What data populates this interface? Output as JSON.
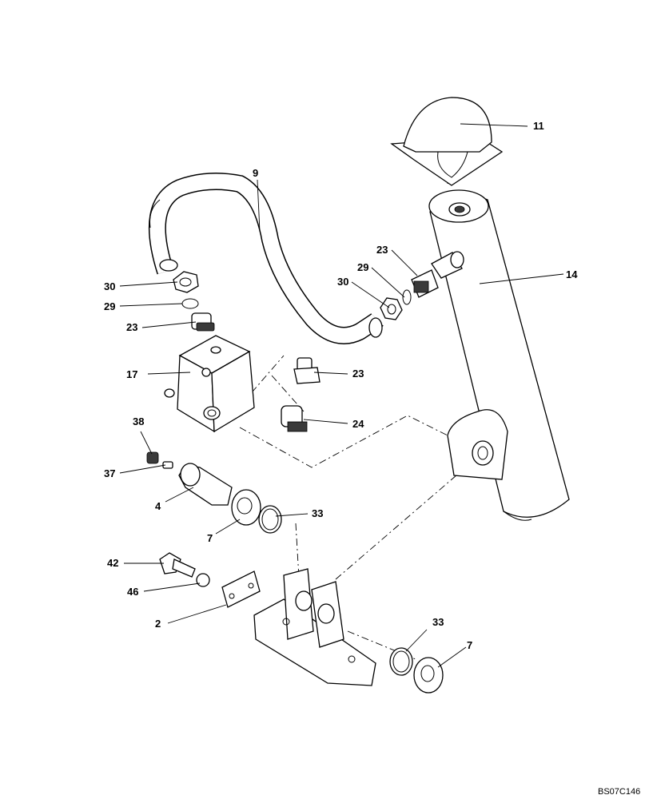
{
  "diagram": {
    "drawing_code": "BS07C146",
    "callouts": [
      {
        "id": "c11",
        "label": "11"
      },
      {
        "id": "c9",
        "label": "9"
      },
      {
        "id": "c14",
        "label": "14"
      },
      {
        "id": "c23a",
        "label": "23"
      },
      {
        "id": "c29a",
        "label": "29"
      },
      {
        "id": "c30a",
        "label": "30"
      },
      {
        "id": "c30b",
        "label": "30"
      },
      {
        "id": "c29b",
        "label": "29"
      },
      {
        "id": "c23b",
        "label": "23"
      },
      {
        "id": "c17",
        "label": "17"
      },
      {
        "id": "c23c",
        "label": "23"
      },
      {
        "id": "c24",
        "label": "24"
      },
      {
        "id": "c38",
        "label": "38"
      },
      {
        "id": "c37",
        "label": "37"
      },
      {
        "id": "c4",
        "label": "4"
      },
      {
        "id": "c33a",
        "label": "33"
      },
      {
        "id": "c7a",
        "label": "7"
      },
      {
        "id": "c42",
        "label": "42"
      },
      {
        "id": "c46",
        "label": "46"
      },
      {
        "id": "c2",
        "label": "2"
      },
      {
        "id": "c33b",
        "label": "33"
      },
      {
        "id": "c7b",
        "label": "7"
      }
    ]
  }
}
